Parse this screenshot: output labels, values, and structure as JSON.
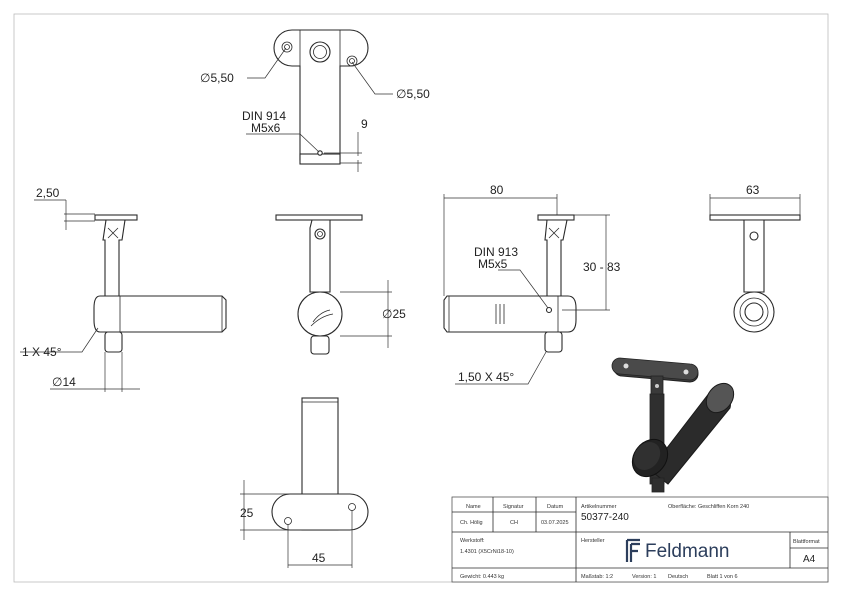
{
  "dimensions": {
    "hole_left": "∅5,50",
    "hole_right": "∅5,50",
    "din914": "DIN 914",
    "din914_thread": "M5x6",
    "dist_9": "9",
    "plate_thickness": "2,50",
    "chamfer_left": "1 X 45°",
    "dia_14": "∅14",
    "dia_25": "∅25",
    "length_80": "80",
    "din913": "DIN 913",
    "din913_thread": "M5x5",
    "height_range": "30 - 83",
    "chamfer_right": "1,50 X 45°",
    "plate_width": "63",
    "dim_25": "25",
    "dim_45": "45"
  },
  "title_block": {
    "col_name": "Name",
    "col_signature": "Signatur",
    "col_date": "Datum",
    "name": "Ch. Hölig",
    "signature": "CH",
    "date": "03.07.2025",
    "material_label": "Werkstoff:",
    "material": "1.4301 (X5CrNi18-10)",
    "weight": "Gewicht: 0.443 kg",
    "article_label": "Artikelnummer",
    "article_number": "50377-240",
    "surface": "Oberfläche:  Geschliffen Korn 240",
    "manufacturer_label": "Hersteller",
    "logo": "Feldmann",
    "sheet_format_label": "Blattformat",
    "sheet_format": "A4",
    "scale": "Maßstab: 1:2",
    "version": "Version: 1",
    "language": "Deutsch",
    "sheet": "Blatt 1 von 6"
  },
  "colors": {
    "line": "#2a2a2a",
    "logo": "#2c3e5c",
    "render": "#2b2b2b"
  }
}
